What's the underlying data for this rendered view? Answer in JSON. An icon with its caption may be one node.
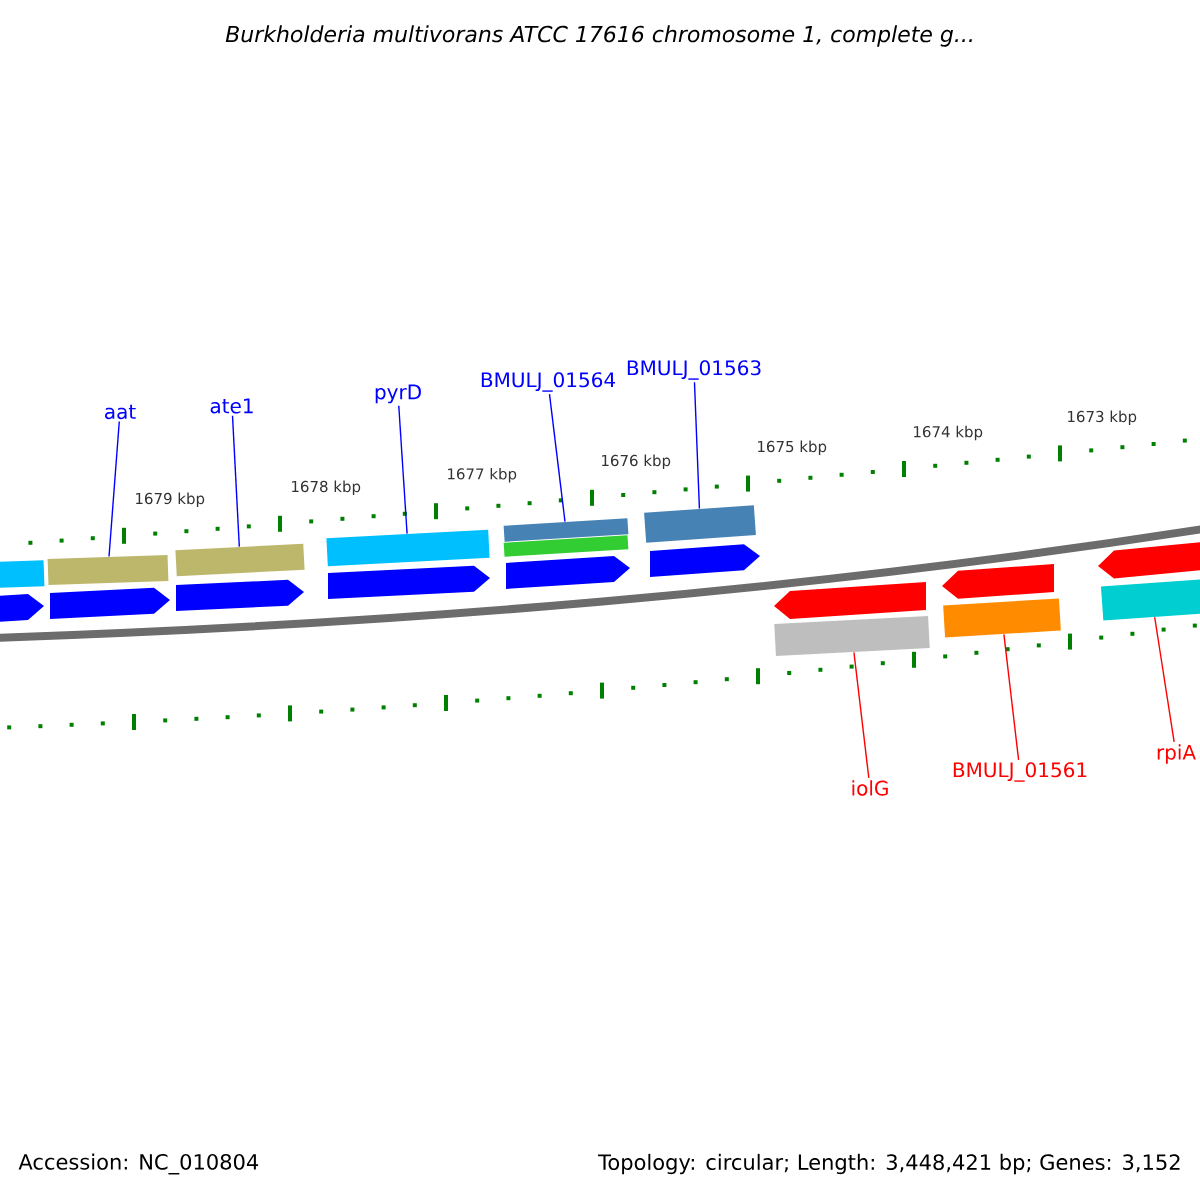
{
  "diagram": {
    "title": "Burkholderia multivorans ATCC 17616 chromosome 1, complete g...",
    "nodes": [
      {
        "text": [
          "aat"
        ]
      },
      {
        "text": [
          "ate1"
        ]
      },
      {
        "text": [
          "pyrD"
        ]
      },
      {
        "text": [
          "BMULJ_01564"
        ]
      },
      {
        "text": [
          "BMULJ_01563"
        ]
      },
      {
        "text": [
          "iolG"
        ]
      },
      {
        "text": [
          "BMULJ_01561"
        ]
      },
      {
        "text": [
          "rpiA"
        ]
      },
      {
        "text": [],
        "shape": "bar"
      },
      {
        "text": [],
        "shape": "bar"
      },
      {
        "text": [],
        "shape": "bar"
      },
      {
        "text": [],
        "shape": "bar"
      },
      {
        "text": [],
        "shape": "bar"
      },
      {
        "text": [],
        "shape": "bar"
      },
      {
        "text": [],
        "shape": "bar"
      },
      {
        "text": [],
        "shape": "bar"
      }
    ],
    "edges": [
      {
        "from": 0,
        "to": 8,
        "arrow": "none"
      },
      {
        "from": 1,
        "to": 9,
        "arrow": "none"
      },
      {
        "from": 2,
        "to": 10,
        "arrow": "none"
      },
      {
        "from": 3,
        "to": 11,
        "arrow": "none"
      },
      {
        "from": 4,
        "to": 12,
        "arrow": "none"
      },
      {
        "from": 5,
        "to": 13,
        "arrow": "none",
        "color": "#ff0000"
      },
      {
        "from": 6,
        "to": 14,
        "arrow": "none",
        "color": "#ff0000"
      },
      {
        "from": 7,
        "to": 15,
        "arrow": "none",
        "color": "#ff0000"
      }
    ],
    "labels": [
      "1674 kbp",
      "1673 kbp",
      "1675 kbp",
      "1676 kbp",
      "1677 kbp",
      "1678 kbp",
      "1679 kbp",
      "Accession: NC_010804",
      "Topology: circular; Length: 3,448,421 bp; Genes: 3,152"
    ]
  }
}
